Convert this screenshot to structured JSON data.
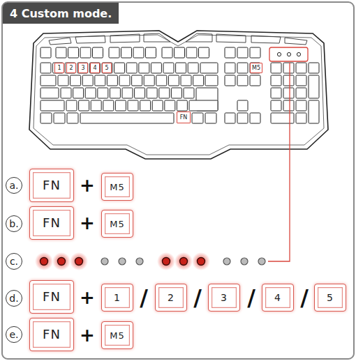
{
  "diagram": {
    "title": "4 Custom mode.",
    "nodes": [
      {
        "text": [
          "1"
        ]
      },
      {
        "text": [
          "2"
        ]
      },
      {
        "text": [
          "3"
        ]
      },
      {
        "text": [
          "4"
        ]
      },
      {
        "text": [
          "5"
        ]
      },
      {
        "text": [
          "M5"
        ]
      },
      {
        "text": [
          "FN"
        ]
      },
      {
        "text": [
          "a."
        ]
      },
      {
        "text": [
          "FN"
        ]
      },
      {
        "text": [
          "M5"
        ]
      },
      {
        "text": [
          "b."
        ]
      },
      {
        "text": [
          "FN"
        ]
      },
      {
        "text": [
          "M5"
        ]
      },
      {
        "text": [
          "c."
        ]
      },
      {
        "text": [
          "d."
        ]
      },
      {
        "text": [
          "FN"
        ]
      },
      {
        "text": [
          "1"
        ]
      },
      {
        "text": [
          "2"
        ]
      },
      {
        "text": [
          "3"
        ]
      },
      {
        "text": [
          "4"
        ]
      },
      {
        "text": [
          "5"
        ]
      },
      {
        "text": [
          "e."
        ]
      },
      {
        "text": [
          "FN"
        ]
      },
      {
        "text": [
          "M5"
        ]
      }
    ],
    "labels": [
      "+",
      "+",
      "+",
      "/",
      "/",
      "/",
      "/",
      "+"
    ]
  }
}
